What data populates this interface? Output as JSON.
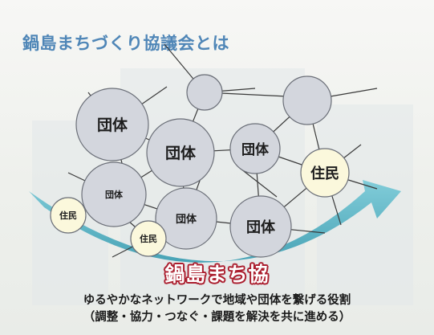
{
  "title": "鍋島まちづくり協議会とは",
  "brand_name": "鍋島まち協",
  "description_line1": "ゆるやかなネットワークで地域や団体を繋げる役割",
  "description_line2": "（調整・協力・つなぐ・課題を解決を共に進める）",
  "node_labels": {
    "group": "団体",
    "resident": "住民"
  },
  "colors": {
    "title": "#4f86b7",
    "arc": "#58b4c6",
    "group_node": "#d3d6dd",
    "resident_node": "#fbf8dc",
    "brand_outline": "#ab1f2f"
  }
}
